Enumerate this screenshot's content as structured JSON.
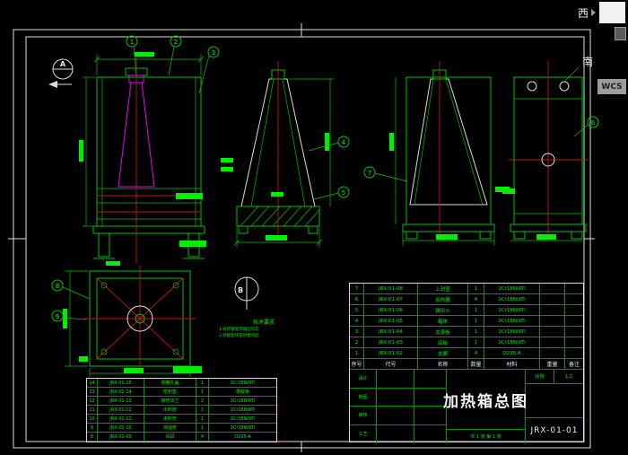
{
  "viewer": {
    "west_label": "西",
    "south_label": "南",
    "wcs_label": "WCS"
  },
  "drawing": {
    "tech_req_title": "技术要求",
    "tech_req_lines": [
      "1.各焊接处焊缝应均匀",
      "2.装配后作密封性试验"
    ],
    "section_a": "A",
    "section_b": "B",
    "balloons": [
      "1",
      "2",
      "3",
      "4",
      "5",
      "6",
      "7",
      "8",
      "9"
    ]
  },
  "bom_right": {
    "headers": {
      "seq": "序号",
      "code": "代号",
      "name": "名称",
      "qty": "数量",
      "material": "材料",
      "weight": "重量",
      "remark": "备注"
    },
    "rows": [
      {
        "seq": "7",
        "code": "JRX-01-08",
        "name": "上封盖",
        "qty": "1",
        "material": "1Cr18Ni9Ti",
        "weight": "",
        "remark": ""
      },
      {
        "seq": "6",
        "code": "JRX-01-07",
        "name": "加热器",
        "qty": "4",
        "material": "1Cr18Ni9Ti",
        "weight": "",
        "remark": ""
      },
      {
        "seq": "5",
        "code": "JRX-01-06",
        "name": "锥形斗",
        "qty": "1",
        "material": "1Cr18Ni9Ti",
        "weight": "",
        "remark": ""
      },
      {
        "seq": "4",
        "code": "JRX-01-05",
        "name": "箱体",
        "qty": "1",
        "material": "1Cr18Ni9Ti",
        "weight": "",
        "remark": ""
      },
      {
        "seq": "3",
        "code": "JRX-01-04",
        "name": "支承板",
        "qty": "1",
        "material": "1Cr18Ni9Ti",
        "weight": "",
        "remark": ""
      },
      {
        "seq": "2",
        "code": "JRX-01-03",
        "name": "底板",
        "qty": "1",
        "material": "1Cr18Ni9Ti",
        "weight": "",
        "remark": ""
      },
      {
        "seq": "1",
        "code": "JRX-01-02",
        "name": "支脚",
        "qty": "4",
        "material": "Q235-A",
        "weight": "",
        "remark": ""
      }
    ]
  },
  "bom_left": {
    "rows": [
      {
        "seq": "14",
        "code": "JRX-01-15",
        "name": "观察孔盖",
        "qty": "1",
        "material": "1Cr18Ni9Ti"
      },
      {
        "seq": "13",
        "code": "JRX-01-14",
        "name": "密封垫",
        "qty": "1",
        "material": "橡胶板"
      },
      {
        "seq": "12",
        "code": "JRX-01-13",
        "name": "接管法兰",
        "qty": "2",
        "material": "1Cr18Ni9Ti"
      },
      {
        "seq": "11",
        "code": "JRX-01-12",
        "name": "出料管",
        "qty": "1",
        "material": "1Cr18Ni9Ti"
      },
      {
        "seq": "10",
        "code": "JRX-01-11",
        "name": "进料管",
        "qty": "1",
        "material": "1Cr18Ni9Ti"
      },
      {
        "seq": "9",
        "code": "JRX-01-10",
        "name": "测温管",
        "qty": "1",
        "material": "1Cr18Ni9Ti"
      },
      {
        "seq": "8",
        "code": "JRX-01-09",
        "name": "吊耳",
        "qty": "4",
        "material": "Q235-A"
      }
    ]
  },
  "titleblock": {
    "title": "加热箱总图",
    "drawing_no": "JRX-01-01",
    "scale_label": "比例",
    "scale_value": "1:2",
    "sheet_info": "共 1 张  第 1 张",
    "sign_labels": [
      "设计",
      "制图",
      "审核",
      "工艺"
    ]
  },
  "colors": {
    "line_green": "#00c000",
    "text_green": "#00f000",
    "centerline_red": "#cf1010",
    "funnel_magenta": "#f000f0",
    "sheet_white": "#dcdcdc"
  }
}
